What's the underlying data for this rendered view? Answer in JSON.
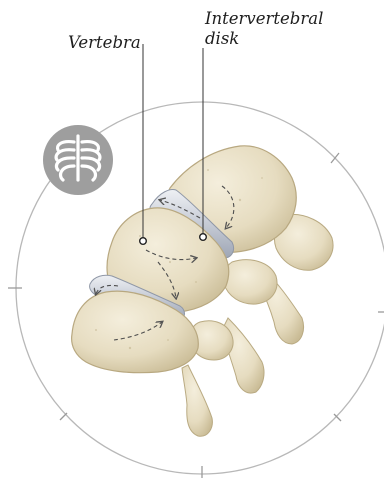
{
  "labels": {
    "vertebra": "Vertebra",
    "intervertebral_disk_line1": "Intervertebral",
    "intervertebral_disk_line2": "disk"
  },
  "icons": {
    "badge": "ribcage-icon"
  },
  "colors": {
    "bone": "#e9e0c7",
    "bone_shadow": "#c9bc98",
    "disk": "#c7ccd6",
    "badge": "#9d9d9d",
    "ring": "#b5b5b5",
    "leader": "#333333",
    "arrow": "#555555"
  }
}
